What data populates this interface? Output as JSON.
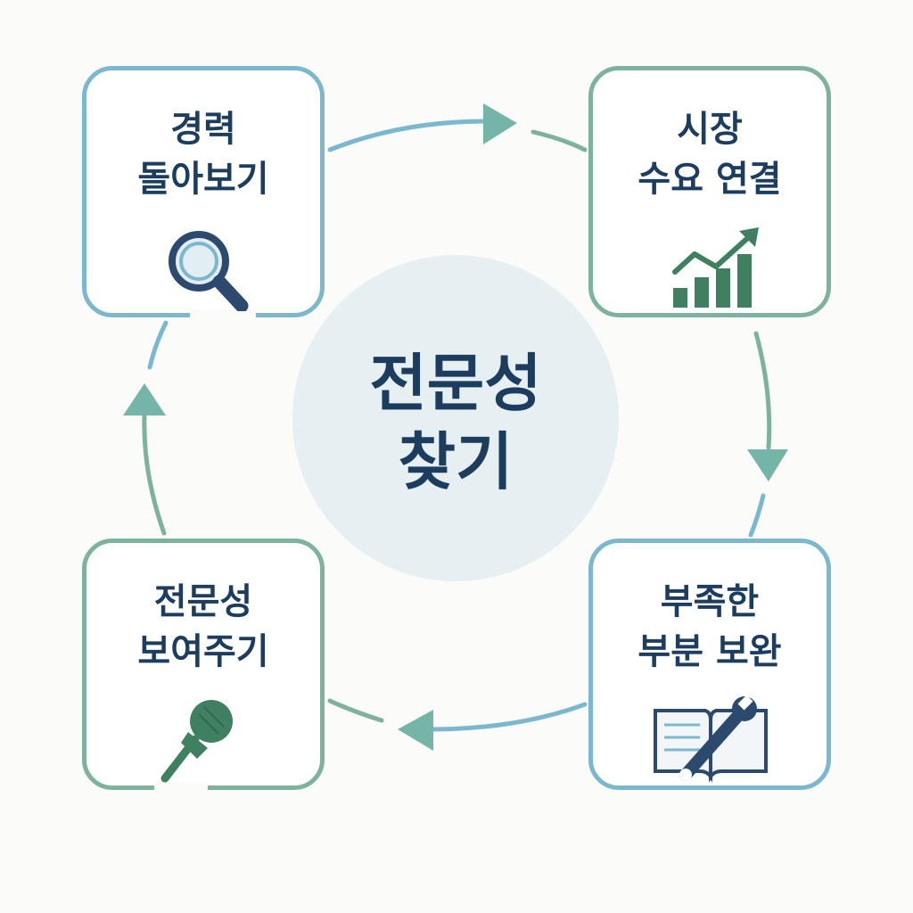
{
  "center": {
    "line1": "전문성",
    "line2": "찾기"
  },
  "steps": [
    {
      "line1": "경력",
      "line2": "돌아보기",
      "icon": "magnifier-icon"
    },
    {
      "line1": "시장",
      "line2": "수요 연결",
      "icon": "growth-chart-icon"
    },
    {
      "line1": "부족한",
      "line2": "부분 보완",
      "icon": "book-wrench-icon"
    },
    {
      "line1": "전문성",
      "line2": "보여주기",
      "icon": "microphone-icon"
    }
  ],
  "colors": {
    "text": "#1d3d5e",
    "blue": "#7bb8cf",
    "green": "#7db39c",
    "center_bg": "#e6f0f3",
    "icon_dark": "#2b4a6e",
    "icon_green": "#3f8060"
  }
}
